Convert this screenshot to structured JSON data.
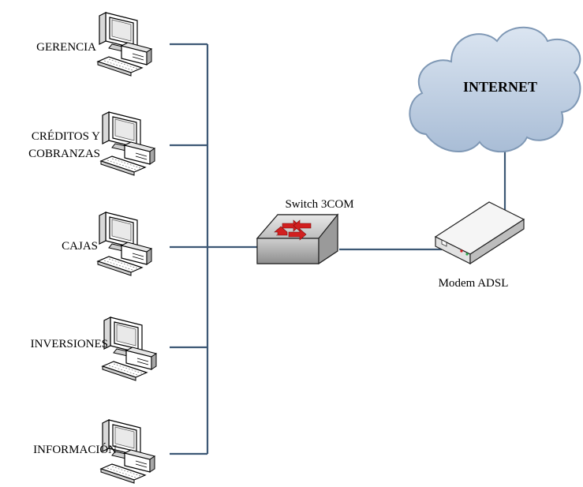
{
  "workstations": [
    {
      "id": "gerencia",
      "lines": [
        "GERENCIA"
      ]
    },
    {
      "id": "creditos",
      "lines": [
        "CRÉDITOS Y",
        "COBRANZAS"
      ]
    },
    {
      "id": "cajas",
      "lines": [
        "CAJAS"
      ]
    },
    {
      "id": "inversiones",
      "lines": [
        "INVERSIONES"
      ]
    },
    {
      "id": "informacion",
      "lines": [
        "INFORMACIÓN"
      ]
    }
  ],
  "switch": {
    "label": "Switch 3COM"
  },
  "modem": {
    "label": "Modem ADSL"
  },
  "cloud": {
    "label": "INTERNET"
  },
  "colors": {
    "link": "#3d5875",
    "cloud_fill": "#bfcfe2",
    "cloud_stroke": "#7f98b5",
    "arrow": "#d11f1f",
    "device_body": "#f2f2f2",
    "device_shadow": "#bdbdbd"
  }
}
